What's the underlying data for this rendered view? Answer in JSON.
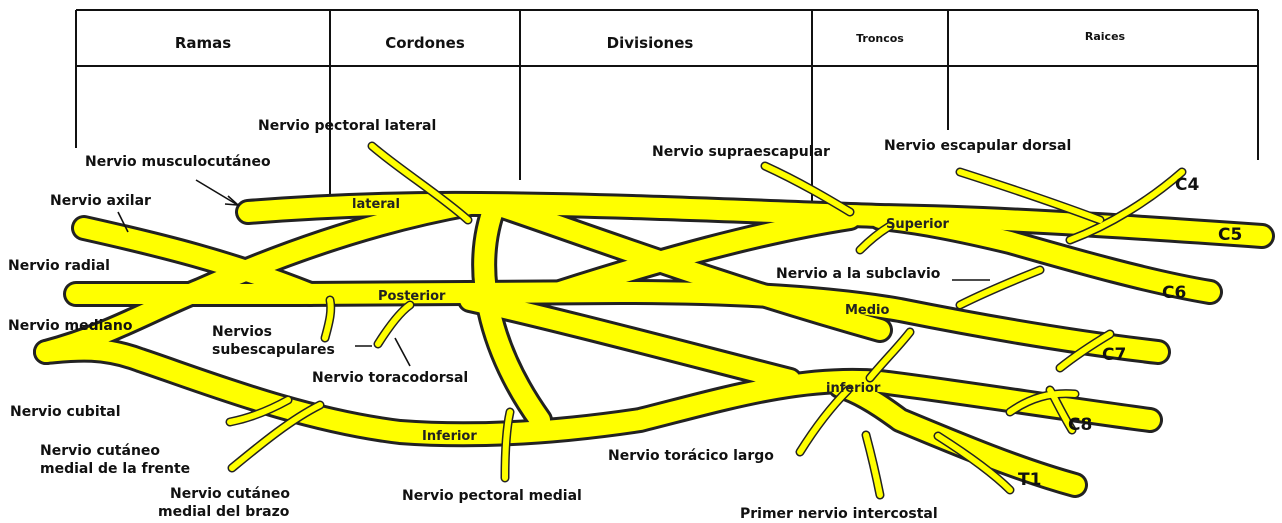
{
  "columns": {
    "ramas": "Ramas",
    "cordones": "Cordones",
    "divisiones": "Divisiones",
    "troncos": "Troncos",
    "raices": "Raices"
  },
  "roots": {
    "c4": "C4",
    "c5": "C5",
    "c6": "C6",
    "c7": "C7",
    "c8": "C8",
    "t1": "T1"
  },
  "trunks": {
    "superior": "Superior",
    "medio": "Medio",
    "inferior": "inferior"
  },
  "cords": {
    "lateral": "lateral",
    "posterior": "Posterior",
    "inferior": "Inferior"
  },
  "labels": {
    "pectoral_lateral": "Nervio pectoral lateral",
    "musculocutaneo": "Nervio musculocutáneo",
    "axilar": "Nervio axilar",
    "radial": "Nervio radial",
    "mediano": "Nervio mediano",
    "subescapulares_1": "Nervios",
    "subescapulares_2": "subescapulares",
    "toracodorsal": "Nervio toracodorsal",
    "cubital": "Nervio cubital",
    "cutaneo_frente_1": "Nervio cutáneo",
    "cutaneo_frente_2": "medial de la frente",
    "cutaneo_brazo_1": "Nervio cutáneo",
    "cutaneo_brazo_2": "medial del brazo",
    "pectoral_medial": "Nervio pectoral medial",
    "supraescapular": "Nervio supraescapular",
    "escapular_dorsal": "Nervio escapular dorsal",
    "subclavio": "Nervio a la subclavio",
    "toracico_largo": "Nervio torácico largo",
    "intercostal": "Primer nervio intercostal"
  },
  "colors": {
    "nerve": "#ffff00",
    "outline": "#222222",
    "background": "#ffffff"
  }
}
